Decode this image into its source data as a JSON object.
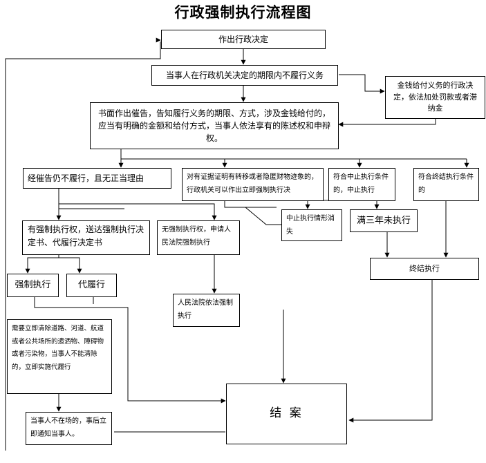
{
  "title": "行政强制执行流程图",
  "boxes": {
    "decision": "作出行政决定",
    "no_perform": "当事人在行政机关决定的期限内不履行义务",
    "money": "金钱给付义务的行政决定，依法加处罚款或者滞纳金",
    "notice": "书面作出催告，告知履行义务的期限、方式，涉及金钱给付的，应当有明确的金额和给付方式，当事人依法享有的陈述权和申辩权。",
    "still_no": "经催告仍不履行，且无正当理由",
    "evidence": "对有证据证明有转移或者隐匿财物迹象的，行政机关可以作出立即强制执行决",
    "suspend_cond": "符合中止执行条件的，中止执行",
    "terminate_cond": "符合终结执行条件的",
    "suspend_gone": "中止执行情形消失",
    "three_years": "满三年未执行",
    "has_power": "有强制执行权，送达强制执行决定书、代履行决定书",
    "no_power": "无强制执行权，申请人民法院强制执行",
    "terminate": "终结执行",
    "enforce": "强制执行",
    "proxy": "代履行",
    "court": "人民法院依法强制执行",
    "immediate": "需要立即清除道路、河道、航道或者公共场所的遗洒物、障碍物或者污染物，当事人不能清除的，立即实施代履行",
    "absent": "当事人不在场的，事后立即通知当事人。",
    "close": "结 案"
  }
}
